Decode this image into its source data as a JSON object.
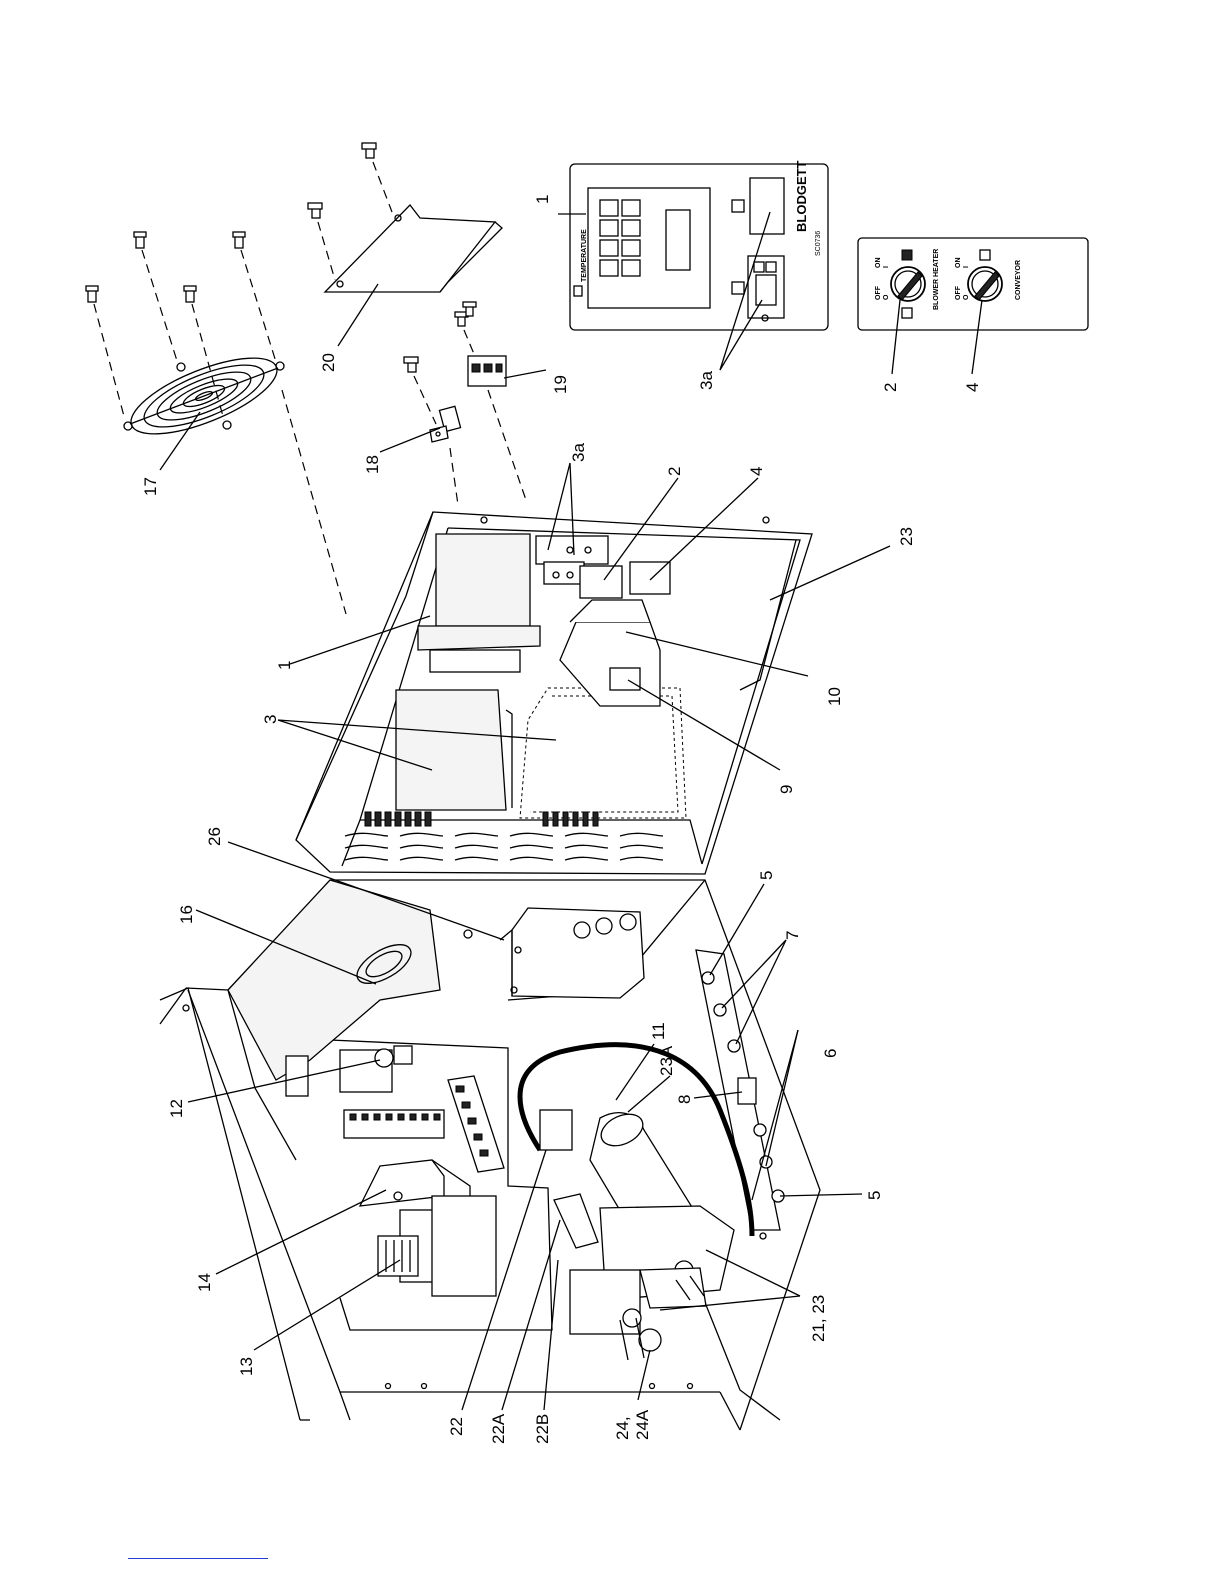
{
  "labels": {
    "l1_controller": "1",
    "l1_panel": "1",
    "l2_inside": "2",
    "l2_panel": "2",
    "l3": "3",
    "l3a_inside": "3a",
    "l3a_panel": "3a",
    "l4_inside": "4",
    "l4_panel": "4",
    "l5_top": "5",
    "l5_bottom": "5",
    "l6": "6",
    "l7": "7",
    "l8": "8",
    "l9": "9",
    "l10": "10",
    "l11": "11",
    "l12": "12",
    "l13": "13",
    "l14": "14",
    "l16": "16",
    "l17": "17",
    "l18": "18",
    "l19": "19",
    "l20": "20",
    "l21_23": "21, 23",
    "l22": "22",
    "l22a": "22A",
    "l22b": "22B",
    "l23": "23",
    "l23a": "23A",
    "l24_24a_line1": "24,",
    "l24_24a_line2": "24A",
    "l26": "26"
  },
  "control_panel": {
    "temperature_label": "TEMPERATURE",
    "brand": "BLODGETT",
    "model": "SC0736"
  },
  "switch_panel": {
    "blower_heater": "BLOWER HEATER",
    "conveyor": "CONVEYOR",
    "on": "ON",
    "off": "OFF",
    "on_mark": "I",
    "off_mark": "O"
  },
  "colors": {
    "line": "#000000",
    "footer_link_rule": "#2a3cd0"
  }
}
